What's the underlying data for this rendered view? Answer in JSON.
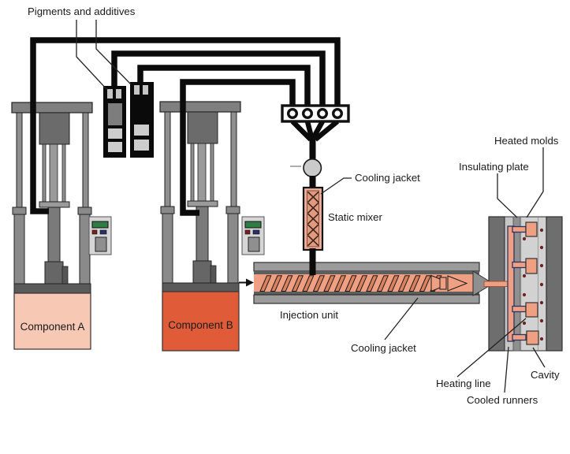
{
  "diagram": {
    "labels": {
      "pigments_additives": "Pigments and additives",
      "cooling_jacket_top": "Cooling jacket",
      "static_mixer": "Static mixer",
      "injection_unit": "Injection unit",
      "cooling_jacket_bottom": "Cooling jacket",
      "heated_molds": "Heated molds",
      "insulating_plate": "Insulating plate",
      "heating_line": "Heating line",
      "cooled_runners": "Cooled runners",
      "cavity": "Cavity"
    },
    "tanks": {
      "component_a": "Component A",
      "component_b": "Component B"
    },
    "colors": {
      "melt_salmon": "#EFA083",
      "component_a_fill": "#F7C9B4",
      "component_b_fill": "#E05C39",
      "pipe_black": "#0B0B0B",
      "machine_gray": "#8F8F8F",
      "mold_gray": "#6E6E6E",
      "runner_outline": "#2A3560",
      "heater_dot": "#6E2222",
      "panel_display_green": "#2F7D46"
    }
  }
}
